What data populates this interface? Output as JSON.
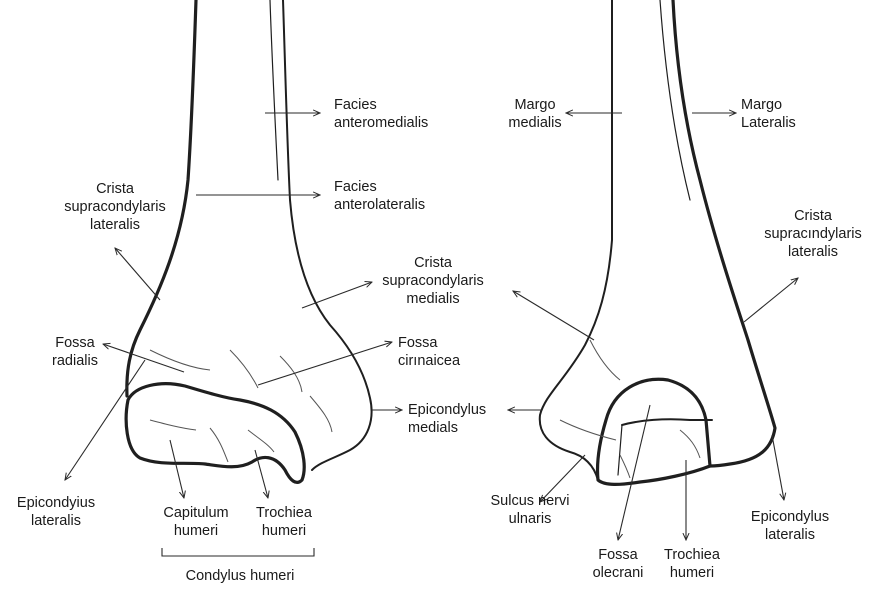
{
  "labels": {
    "facies_anteromedialis": [
      "Facies",
      "anteromedialis"
    ],
    "facies_anterolateralis": [
      "Facies",
      "anterolateralis"
    ],
    "crista_supracondylaris_lateralis_left": [
      "Crista",
      "supracondylaris",
      "lateralis"
    ],
    "crista_supracondylaris_medialis": [
      "Crista",
      "supracondylaris",
      "medialis"
    ],
    "fossa_radialis": [
      "Fossa",
      "radialis"
    ],
    "fossa_coronoidea": [
      "Fossa",
      "cirınaicea"
    ],
    "epicondylus_medialis": [
      "Epicondylus",
      "medials"
    ],
    "epicondylus_lateralis_left": [
      "Epicondyius",
      "lateralis"
    ],
    "capitulum_humeri": [
      "Capitulum",
      "humeri"
    ],
    "trochlea_humeri_left": [
      "Trochiea",
      "humeri"
    ],
    "condylus_humeri": "Condylus humeri",
    "margo_medialis": [
      "Margo",
      "medialis"
    ],
    "margo_lateralis": [
      "Margo",
      "Lateralis"
    ],
    "crista_supracondylaris_lateralis_right": [
      "Crista",
      "supracındylaris",
      "lateralis"
    ],
    "sulcus_nervi_ulnaris": [
      "Sulcus nervi",
      "ulnaris"
    ],
    "fossa_olecrani": [
      "Fossa",
      "olecrani"
    ],
    "trochlea_humeri_right": [
      "Trochiea",
      "humeri"
    ],
    "epicondylus_lateralis_right": [
      "Epicondylus",
      "lateralis"
    ]
  }
}
